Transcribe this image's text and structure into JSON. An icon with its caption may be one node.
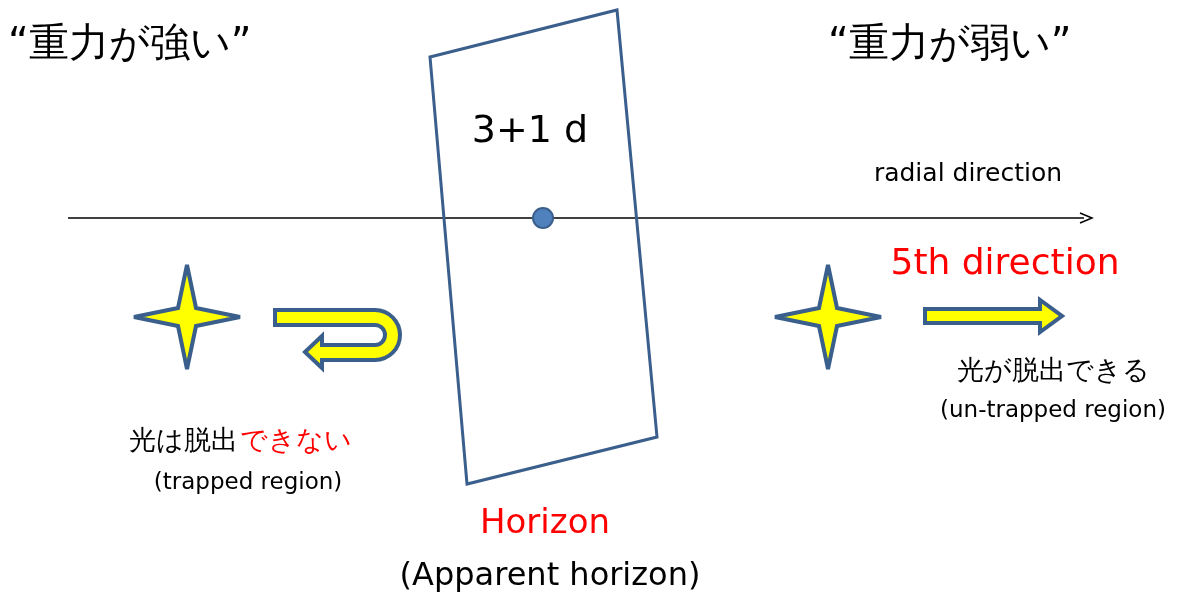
{
  "diagram": {
    "nodes": [
      {
        "text": [
          "3+1 d"
        ],
        "beside": [
          "Horizon",
          "(Apparent horizon)"
        ]
      }
    ],
    "labels": [
      "“重力が強い”",
      "“重力が弱い”",
      "radial direction",
      "5th direction",
      "光が脱出できる",
      "(un-trapped region)",
      "光は脱出",
      "できない",
      "(trapped region)"
    ]
  }
}
